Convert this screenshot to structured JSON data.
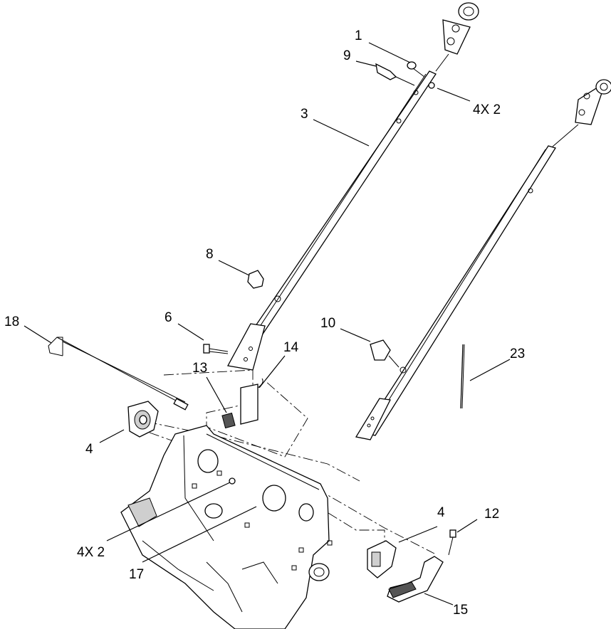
{
  "callouts": {
    "c1": "1",
    "c9": "9",
    "c4x2_top": "4X 2",
    "c3": "3",
    "c8": "8",
    "c18": "18",
    "c6": "6",
    "c10": "10",
    "c23": "23",
    "c14": "14",
    "c13": "13",
    "c4_left": "4",
    "c4x2_bottom": "4X 2",
    "c17": "17",
    "c4_right": "4",
    "c12": "12",
    "c15": "15"
  }
}
